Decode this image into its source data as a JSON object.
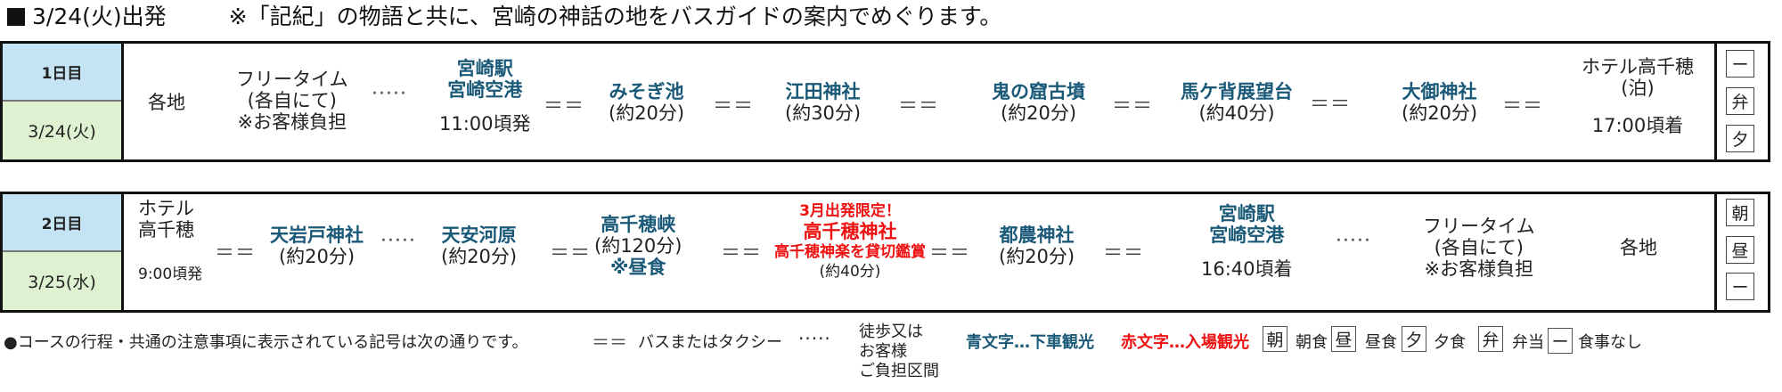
{
  "header": {
    "date_label": "3/24(火)出発",
    "description": "※「記紀」の物語と共に、宮崎の神話の地をバスガイドの案内でめぐります。"
  },
  "colors": {
    "day_header_bg": "#c4e4f4",
    "date_bg": "#def2d2",
    "blue_text": "#1a5a78",
    "red_text": "#ee1111"
  },
  "symbols": {
    "bus": "＝＝",
    "walk": "·····"
  },
  "day1": {
    "day_label": "1日目",
    "date": "3/24(火)",
    "start": "各地",
    "free_time": [
      "フリータイム",
      "(各自にて)",
      "※お客様負担"
    ],
    "station": [
      "宮崎駅",
      "宮崎空港"
    ],
    "depart_time": "11:00頃発",
    "stops": [
      {
        "name": "みそぎ池",
        "duration": "(約20分)"
      },
      {
        "name": "江田神社",
        "duration": "(約30分)"
      },
      {
        "name": "鬼の窟古墳",
        "duration": "(約20分)"
      },
      {
        "name": "馬ケ背展望台",
        "duration": "(約40分)"
      },
      {
        "name": "大御神社",
        "duration": "(約20分)"
      }
    ],
    "hotel": [
      "ホテル高千穂",
      "(泊)"
    ],
    "arrive_time": "17:00頃着",
    "meals": [
      "ー",
      "弁",
      "夕"
    ]
  },
  "day2": {
    "day_label": "2日目",
    "date": "3/25(水)",
    "hotel": [
      "ホテル",
      "高千穂"
    ],
    "depart_time": "9:00頃発",
    "stops": [
      {
        "name": "天岩戸神社",
        "duration": "(約20分)"
      },
      {
        "name": "天安河原",
        "duration": "(約20分)"
      },
      {
        "name": "高千穂峡",
        "duration": "(約120分)",
        "note": "※昼食"
      }
    ],
    "special": {
      "badge": "3月出発限定！",
      "name": "高千穂神社",
      "desc": "高千穂神楽を貸切鑑賞",
      "duration": "(約40分)"
    },
    "stop_after": {
      "name": "都農神社",
      "duration": "(約20分)"
    },
    "station": [
      "宮崎駅",
      "宮崎空港"
    ],
    "arrive_time": "16:40頃着",
    "free_time": [
      "フリータイム",
      "(各自にて)",
      "※お客様負担"
    ],
    "end": "各地",
    "meals": [
      "朝",
      "昼",
      "ー"
    ]
  },
  "legend": {
    "intro": "●コースの行程・共通の注意事項に表示されている記号は次の通りです。",
    "bus_symbol": "＝＝",
    "bus_label": "バスまたはタクシー",
    "walk_symbol": "·····",
    "walk_label": [
      "徒歩又は",
      "お客様",
      "ご負担区間"
    ],
    "blue_label": "青文字…下車観光",
    "red_label": "赤文字…入場観光",
    "meals": [
      {
        "icon": "朝",
        "label": "朝食"
      },
      {
        "icon": "昼",
        "label": "昼食"
      },
      {
        "icon": "夕",
        "label": "夕食"
      },
      {
        "icon": "弁",
        "label": "弁当"
      },
      {
        "icon": "ー",
        "label": "食事なし"
      }
    ]
  }
}
